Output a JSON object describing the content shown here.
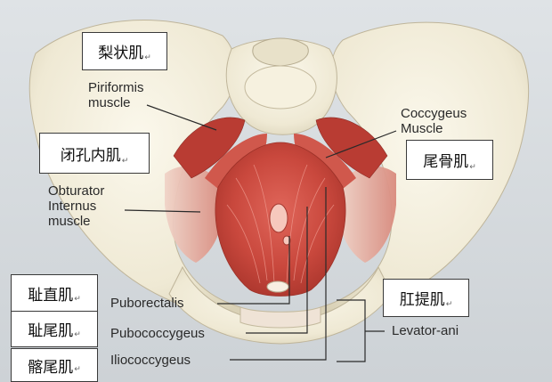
{
  "labels_en": {
    "piriformis": "Piriformis\nmuscle",
    "coccygeus": "Coccygeus\nMuscle",
    "obturator": "Obturator\nInternus\nmuscle",
    "puborectalis": "Puborectalis",
    "pubococcygeus": "Pubococcygeus",
    "iliococcygeus": "Iliococcygeus",
    "levator_ani": "Levator-ani"
  },
  "labels_zh": {
    "piriformis": "梨状肌",
    "coccygeus": "尾骨肌",
    "obturator": "闭孔内肌",
    "levator_ani": "肛提肌",
    "puborectalis": "耻直肌",
    "pubococcygeus": "耻尾肌",
    "iliococcygeus": "髂尾肌"
  },
  "paragraph_mark": "↵",
  "colors": {
    "bone": "#f2eedd",
    "muscle": "#c9483d",
    "muscle_light": "#e29a8e",
    "background": "#d9dde1",
    "label_text": "#2a2a2a"
  }
}
